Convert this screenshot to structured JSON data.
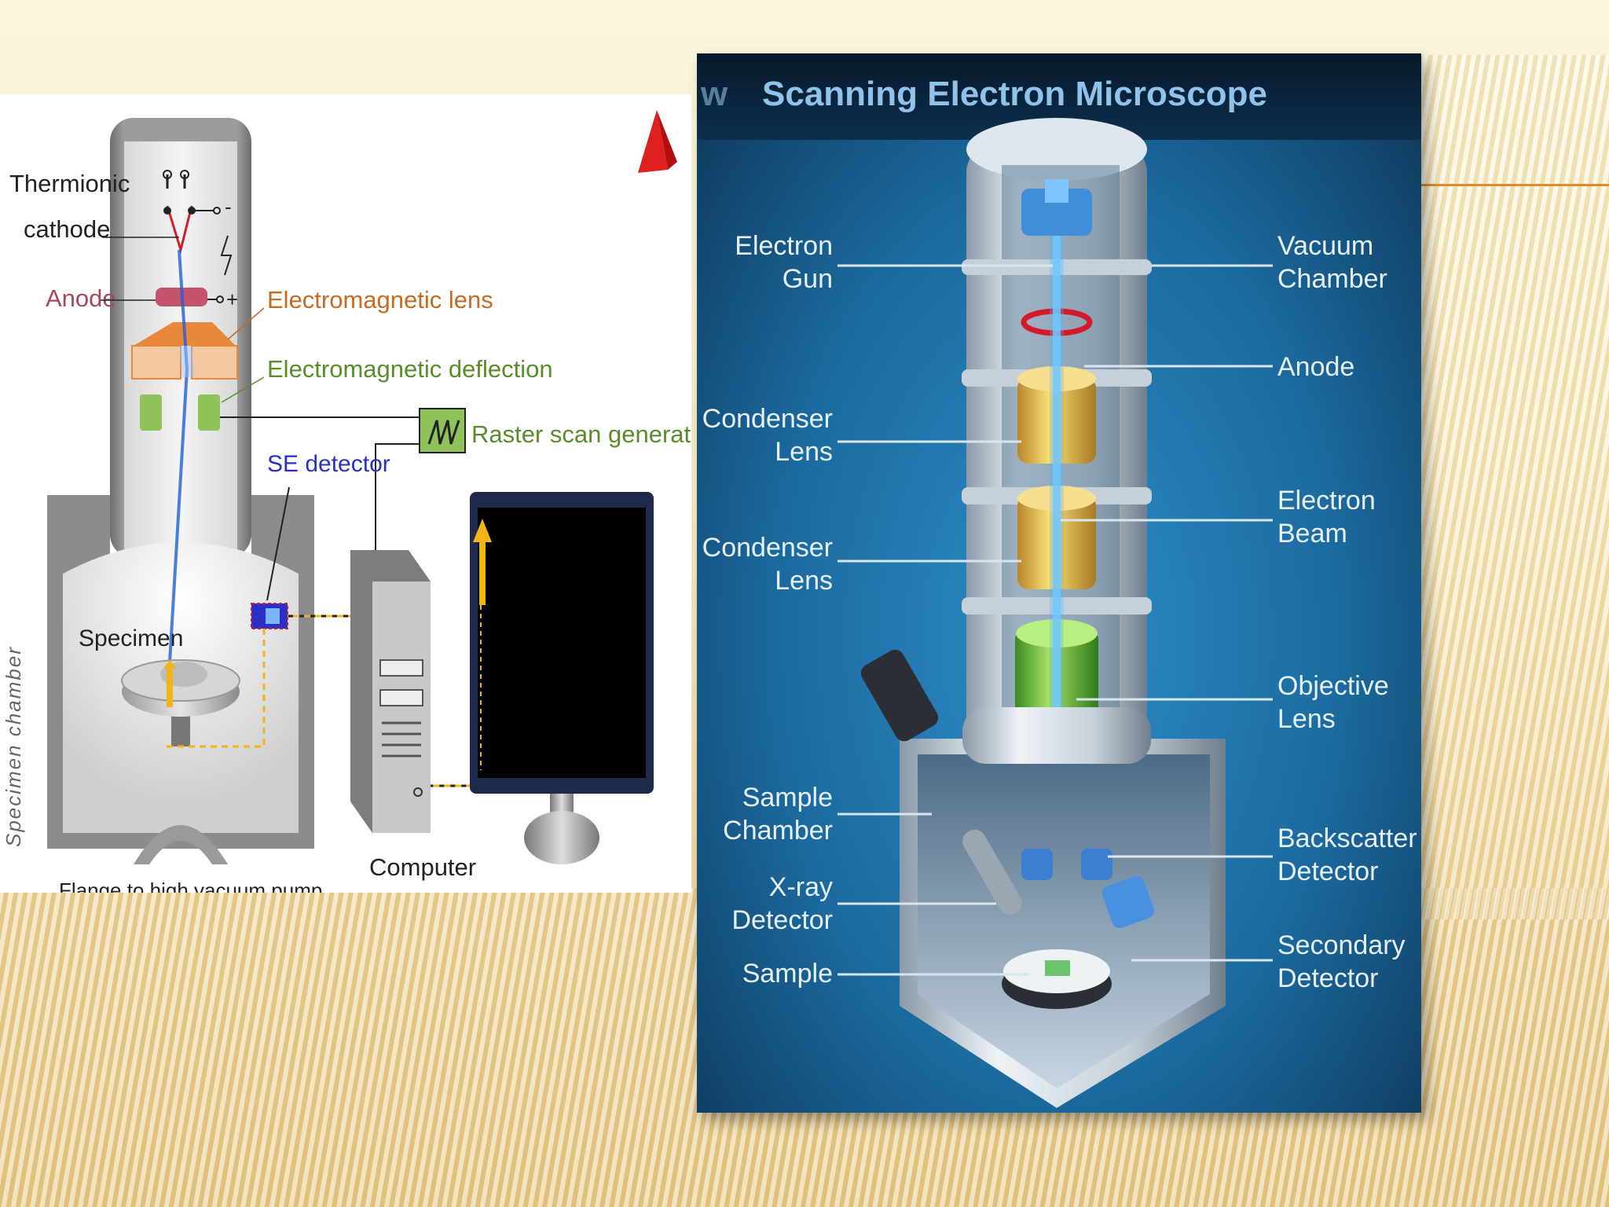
{
  "left_diagram": {
    "thermionic_cathode": [
      "Thermionic",
      "cathode"
    ],
    "anode": "Anode",
    "em_lens": "Electromagnetic lens",
    "em_deflection": "Electromagnetic deflection",
    "raster": "Raster scan generator",
    "se_detector": "SE detector",
    "specimen": "Specimen",
    "specimen_chamber": "Specimen chamber",
    "computer": "Computer",
    "flange_cropped": "Flange to high vacuum pump",
    "minus_sign": "-",
    "plus_sign": "+"
  },
  "right_diagram": {
    "title": "Scanning Electron Microscope",
    "title_prefix": "w",
    "labels_left": [
      [
        "Electron",
        "Gun"
      ],
      [
        "Condenser",
        "Lens"
      ],
      [
        "Condenser",
        "Lens"
      ],
      [
        "Sample",
        "Chamber"
      ],
      [
        "X-ray",
        "Detector"
      ],
      [
        "Sample"
      ]
    ],
    "labels_right": [
      [
        "Vacuum",
        "Chamber"
      ],
      [
        "Anode"
      ],
      [
        "Electron",
        "Beam"
      ],
      [
        "Objective",
        "Lens"
      ],
      [
        "Backscatter",
        "Detector"
      ],
      [
        "Secondary",
        "Detector"
      ]
    ]
  },
  "colors": {
    "accent": "#e08a2a",
    "anode_red": "#c4536d",
    "lens_orange": "#e8883a",
    "deflection_green": "#8fc35a",
    "se_blue": "#2a2fc7",
    "beam_blue": "#1f5fd6",
    "scan_yellow": "#f2b418"
  }
}
